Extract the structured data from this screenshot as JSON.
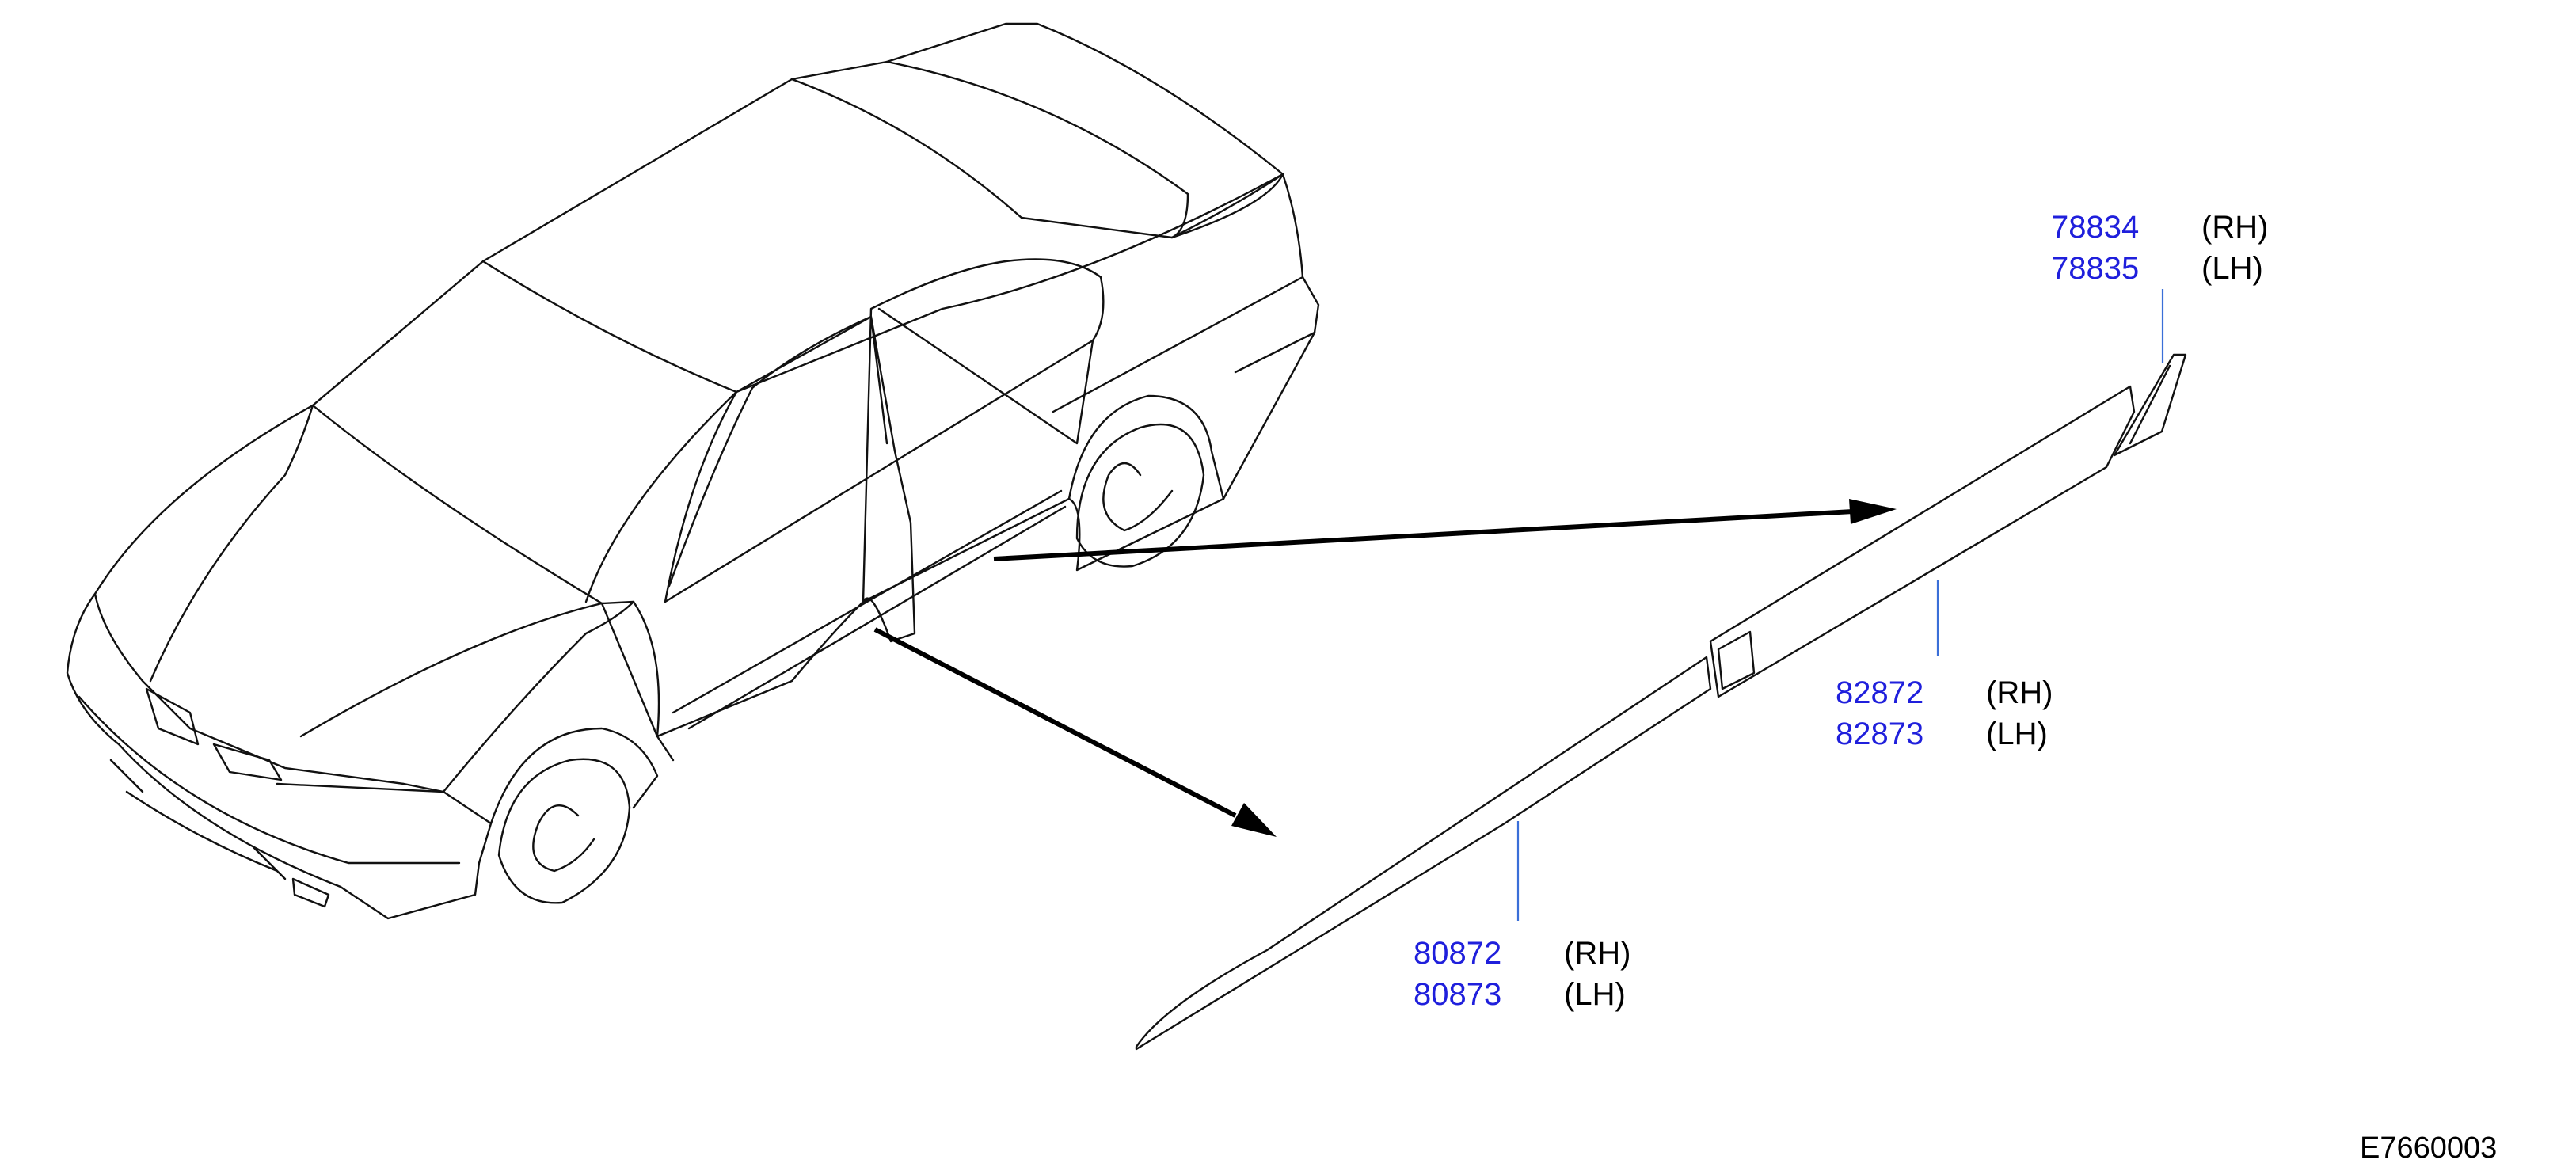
{
  "colors": {
    "part_number": "#1f1fdc",
    "leader_line": "#3a6fd8",
    "outline": "#111111",
    "text": "#000000"
  },
  "parts": [
    {
      "id": "quarter-molding",
      "numbers": [
        {
          "no": "78834",
          "side": "(RH)"
        },
        {
          "no": "78835",
          "side": "(LH)"
        }
      ]
    },
    {
      "id": "rear-door-molding",
      "numbers": [
        {
          "no": "82872",
          "side": "(RH)"
        },
        {
          "no": "82873",
          "side": "(LH)"
        }
      ]
    },
    {
      "id": "front-door-molding",
      "numbers": [
        {
          "no": "80872",
          "side": "(RH)"
        },
        {
          "no": "80873",
          "side": "(LH)"
        }
      ]
    }
  ],
  "illustration_code": "E7660003"
}
